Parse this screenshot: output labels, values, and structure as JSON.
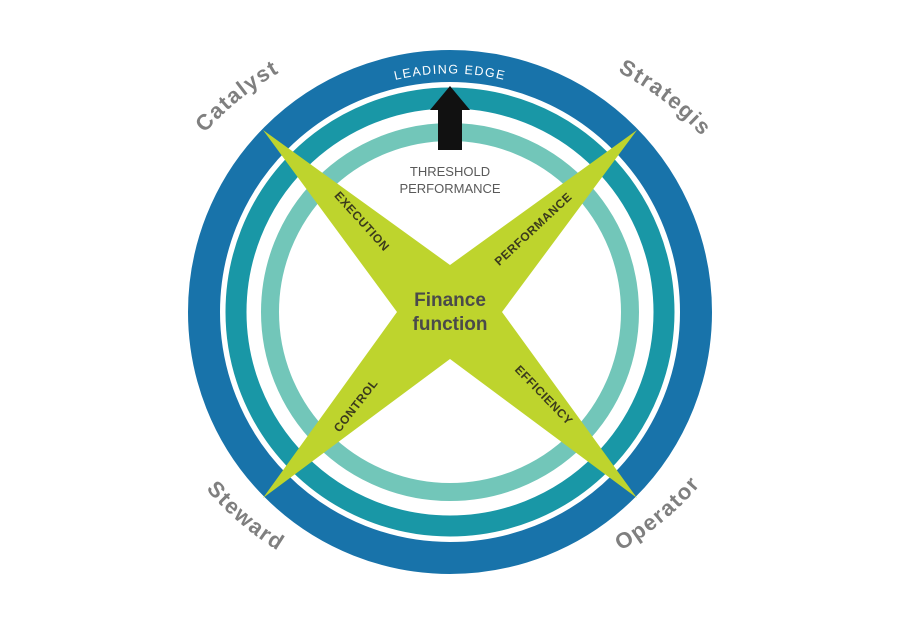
{
  "diagram": {
    "outer_ring_label": "LEADING EDGE",
    "inner_ring_label_line1": "THRESHOLD",
    "inner_ring_label_line2": "PERFORMANCE",
    "center_line1": "Finance",
    "center_line2": "function",
    "arms": {
      "top_left": "EXECUTION",
      "top_right": "PERFORMANCE",
      "bottom_left": "CONTROL",
      "bottom_right": "EFFICIENCY"
    },
    "corners": {
      "top_left": "Catalyst",
      "top_right": "Strategist",
      "bottom_left": "Steward",
      "bottom_right": "Operator"
    }
  },
  "colors": {
    "outer_ring": "#1873aa",
    "middle_ring": "#1997a6",
    "inner_ring": "#72c6b9",
    "star": "#bed42d",
    "arrow": "#111111",
    "corner_text": "#7f7f7f"
  }
}
